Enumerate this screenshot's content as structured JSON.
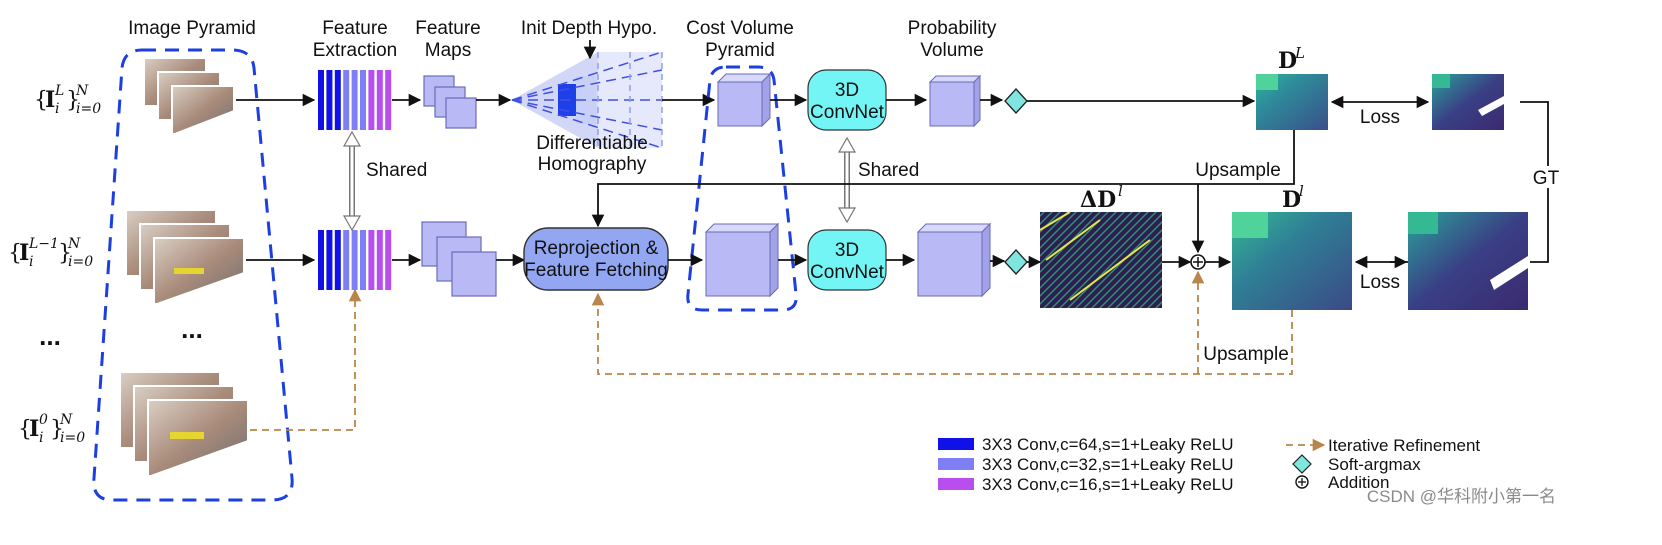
{
  "labels": {
    "image_pyramid": "Image Pyramid",
    "feature_extraction": [
      "Feature",
      "Extraction"
    ],
    "feature_maps": [
      "Feature",
      "Maps"
    ],
    "init_depth": "Init Depth Hypo.",
    "cost_volume": [
      "Cost Volume",
      "Pyramid"
    ],
    "probability_volume": [
      "Probability",
      "Volume"
    ],
    "homography": [
      "Differentiable",
      "Homography"
    ],
    "shared": "Shared",
    "reprojection": [
      "Reprojection &",
      "Feature Fetching"
    ],
    "convnet": [
      "3D",
      "ConvNet"
    ],
    "upsample": "Upsample",
    "loss": "Loss",
    "gt": "GT",
    "ellipsis": "..."
  },
  "math": {
    "input_top_base": "{I",
    "input_top_sub": "i",
    "input_top_sup": "L",
    "input_top_close": "}",
    "input_top_range_sup": "N",
    "input_top_range_sub": "i=0",
    "input_mid_sup": "L−1",
    "input_mid_range_sup": "N",
    "input_mid_range_sub": "i=0",
    "input_bot_sup": "0",
    "input_bot_range_sup": "N",
    "input_bot_range_sub": "i=0",
    "depth_top": "D",
    "depth_top_sup": "L",
    "delta_depth": "ΔD",
    "delta_depth_sup": "l",
    "depth_bot": "D",
    "depth_bot_sup": "l"
  },
  "legend": {
    "conv64": "3X3 Conv,c=64,s=1+Leaky ReLU",
    "conv32": "3X3 Conv,c=32,s=1+Leaky ReLU",
    "conv16": "3X3 Conv,c=16,s=1+Leaky ReLU",
    "iterative": "Iterative Refinement",
    "softargmax": "Soft-argmax",
    "addition": "Addition"
  },
  "watermark": "CSDN @华科附小第一名",
  "colors": {
    "conv64": "#1010e8",
    "conv32": "#7f7ff5",
    "conv16": "#b84ef0",
    "cube_face": "#b9b9f6",
    "convnet": "#74f5f5",
    "reprojection": "#93a6f2",
    "pyramid_dash": "#1b3fe0",
    "refine_dash": "#b8864a",
    "softargmax": "#7ee6df"
  }
}
